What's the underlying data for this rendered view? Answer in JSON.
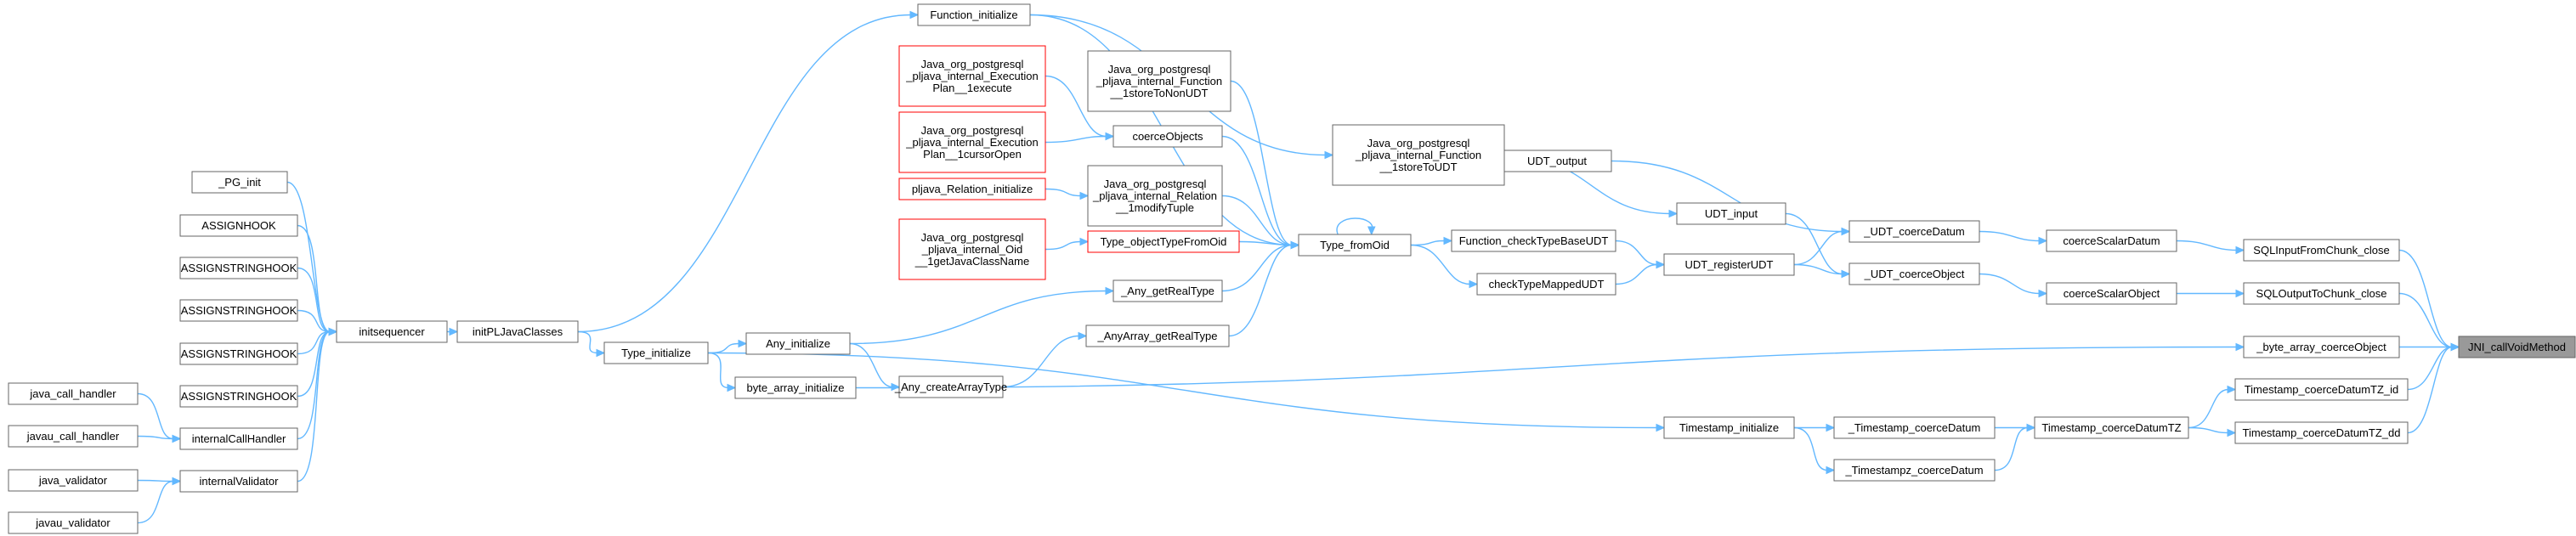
{
  "graph": {
    "root": "JNI_callVoidMethod",
    "nodes": [
      {
        "id": "n1",
        "lines": [
          "JNI_callVoidMethod"
        ],
        "style": "focus"
      },
      {
        "id": "n2",
        "lines": [
          "SQLInputFromChunk_close"
        ]
      },
      {
        "id": "n3",
        "lines": [
          "SQLOutputToChunk_close"
        ]
      },
      {
        "id": "n4",
        "lines": [
          "_byte_array_coerceObject"
        ]
      },
      {
        "id": "n5",
        "lines": [
          "Timestamp_coerceDatumTZ_id"
        ]
      },
      {
        "id": "n6",
        "lines": [
          "Timestamp_coerceDatumTZ_dd"
        ]
      },
      {
        "id": "n7",
        "lines": [
          "coerceScalarDatum"
        ]
      },
      {
        "id": "n8",
        "lines": [
          "coerceScalarObject"
        ]
      },
      {
        "id": "n9",
        "lines": [
          "Timestamp_coerceDatumTZ"
        ]
      },
      {
        "id": "n10",
        "lines": [
          "_UDT_coerceDatum"
        ]
      },
      {
        "id": "n11",
        "lines": [
          "_UDT_coerceObject"
        ]
      },
      {
        "id": "n12",
        "lines": [
          "_Timestamp_coerceDatum"
        ]
      },
      {
        "id": "n13",
        "lines": [
          "_Timestampz_coerceDatum"
        ]
      },
      {
        "id": "n14",
        "lines": [
          "UDT_output"
        ]
      },
      {
        "id": "n15",
        "lines": [
          "UDT_input"
        ]
      },
      {
        "id": "n16",
        "lines": [
          "UDT_registerUDT"
        ]
      },
      {
        "id": "n17",
        "lines": [
          "Timestamp_initialize"
        ]
      },
      {
        "id": "n18",
        "lines": [
          "Java_org_postgresql",
          "_pljava_internal_Function",
          "__1storeToUDT"
        ]
      },
      {
        "id": "n19",
        "lines": [
          "Function_checkTypeBaseUDT"
        ]
      },
      {
        "id": "n20",
        "lines": [
          "checkTypeMappedUDT"
        ]
      },
      {
        "id": "n21",
        "lines": [
          "Function_initialize"
        ]
      },
      {
        "id": "n22",
        "lines": [
          "Type_fromOid"
        ]
      },
      {
        "id": "n23",
        "lines": [
          "Java_org_postgresql",
          "_pljava_internal_Function",
          "__1storeToNonUDT"
        ]
      },
      {
        "id": "n24",
        "lines": [
          "coerceObjects"
        ]
      },
      {
        "id": "n25",
        "lines": [
          "Java_org_postgresql",
          "_pljava_internal_Relation",
          "__1modifyTuple"
        ]
      },
      {
        "id": "n26",
        "lines": [
          "Type_objectTypeFromOid"
        ],
        "style": "red"
      },
      {
        "id": "n27",
        "lines": [
          "_Any_getRealType"
        ]
      },
      {
        "id": "n28",
        "lines": [
          "_AnyArray_getRealType"
        ]
      },
      {
        "id": "n29",
        "lines": [
          "Java_org_postgresql",
          "_pljava_internal_Execution",
          "Plan__1execute"
        ],
        "style": "red"
      },
      {
        "id": "n30",
        "lines": [
          "Java_org_postgresql",
          "_pljava_internal_Execution",
          "Plan__1cursorOpen"
        ],
        "style": "red"
      },
      {
        "id": "n31",
        "lines": [
          "pljava_Relation_initialize"
        ],
        "style": "red"
      },
      {
        "id": "n32",
        "lines": [
          "Java_org_postgresql",
          "_pljava_internal_Oid",
          "__1getJavaClassName"
        ],
        "style": "red"
      },
      {
        "id": "n33",
        "lines": [
          "_Any_createArrayType"
        ]
      },
      {
        "id": "n34",
        "lines": [
          "Any_initialize"
        ]
      },
      {
        "id": "n35",
        "lines": [
          "byte_array_initialize"
        ]
      },
      {
        "id": "n36",
        "lines": [
          "Type_initialize"
        ]
      },
      {
        "id": "n37",
        "lines": [
          "initPLJavaClasses"
        ]
      },
      {
        "id": "n38",
        "lines": [
          "initsequencer"
        ]
      },
      {
        "id": "n39",
        "lines": [
          "_PG_init"
        ]
      },
      {
        "id": "n40",
        "lines": [
          "ASSIGNHOOK"
        ]
      },
      {
        "id": "n41",
        "lines": [
          "ASSIGNSTRINGHOOK"
        ]
      },
      {
        "id": "n42",
        "lines": [
          "ASSIGNSTRINGHOOK"
        ]
      },
      {
        "id": "n43",
        "lines": [
          "ASSIGNSTRINGHOOK"
        ]
      },
      {
        "id": "n44",
        "lines": [
          "ASSIGNSTRINGHOOK"
        ]
      },
      {
        "id": "n45",
        "lines": [
          "internalCallHandler"
        ]
      },
      {
        "id": "n46",
        "lines": [
          "internalValidator"
        ]
      },
      {
        "id": "n47",
        "lines": [
          "java_call_handler"
        ]
      },
      {
        "id": "n48",
        "lines": [
          "javau_call_handler"
        ]
      },
      {
        "id": "n49",
        "lines": [
          "java_validator"
        ]
      },
      {
        "id": "n50",
        "lines": [
          "javau_validator"
        ]
      }
    ],
    "edges": [
      [
        "n2",
        "n1"
      ],
      [
        "n3",
        "n1"
      ],
      [
        "n4",
        "n1"
      ],
      [
        "n5",
        "n1"
      ],
      [
        "n6",
        "n1"
      ],
      [
        "n7",
        "n2"
      ],
      [
        "n8",
        "n3"
      ],
      [
        "n9",
        "n5"
      ],
      [
        "n9",
        "n6"
      ],
      [
        "n10",
        "n7"
      ],
      [
        "n11",
        "n8"
      ],
      [
        "n12",
        "n9"
      ],
      [
        "n13",
        "n9"
      ],
      [
        "n14",
        "n10"
      ],
      [
        "n15",
        "n11"
      ],
      [
        "n16",
        "n10"
      ],
      [
        "n16",
        "n11"
      ],
      [
        "n17",
        "n12"
      ],
      [
        "n17",
        "n13"
      ],
      [
        "n18",
        "n14"
      ],
      [
        "n18",
        "n15"
      ],
      [
        "n19",
        "n16"
      ],
      [
        "n20",
        "n16"
      ],
      [
        "n21",
        "n18"
      ],
      [
        "n22",
        "n19"
      ],
      [
        "n22",
        "n20"
      ],
      [
        "n21",
        "n22"
      ],
      [
        "n23",
        "n22"
      ],
      [
        "n24",
        "n22"
      ],
      [
        "n25",
        "n22"
      ],
      [
        "n26",
        "n22"
      ],
      [
        "n27",
        "n22"
      ],
      [
        "n28",
        "n22"
      ],
      [
        "n22",
        "n22"
      ],
      [
        "n29",
        "n24"
      ],
      [
        "n30",
        "n24"
      ],
      [
        "n31",
        "n25"
      ],
      [
        "n32",
        "n26"
      ],
      [
        "n33",
        "n28"
      ],
      [
        "n34",
        "n27"
      ],
      [
        "n34",
        "n33"
      ],
      [
        "n36",
        "n34"
      ],
      [
        "n36",
        "n35"
      ],
      [
        "n36",
        "n17"
      ],
      [
        "n35",
        "n4"
      ],
      [
        "n37",
        "n36"
      ],
      [
        "n37",
        "n21"
      ],
      [
        "n38",
        "n37"
      ],
      [
        "n39",
        "n38"
      ],
      [
        "n40",
        "n38"
      ],
      [
        "n41",
        "n38"
      ],
      [
        "n42",
        "n38"
      ],
      [
        "n43",
        "n38"
      ],
      [
        "n44",
        "n38"
      ],
      [
        "n45",
        "n38"
      ],
      [
        "n46",
        "n38"
      ],
      [
        "n47",
        "n45"
      ],
      [
        "n48",
        "n45"
      ],
      [
        "n49",
        "n46"
      ],
      [
        "n50",
        "n46"
      ]
    ]
  }
}
